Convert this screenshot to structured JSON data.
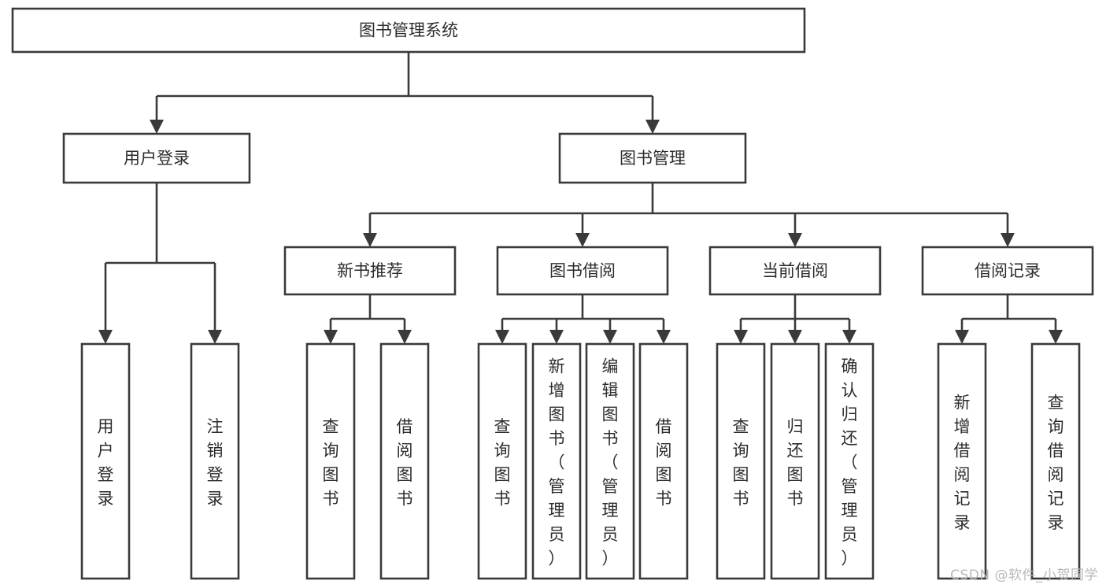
{
  "diagram": {
    "type": "tree-hierarchy",
    "title": "图书管理系统",
    "orientation": "top-down",
    "colors": {
      "stroke": "#3a3a3a",
      "fill": "#ffffff",
      "text": "#2c2c2c",
      "watermark": "#b9b9b9"
    },
    "root": {
      "label": "图书管理系统"
    },
    "level2": [
      {
        "label": "用户登录"
      },
      {
        "label": "图书管理"
      }
    ],
    "level3": [
      {
        "label": "新书推荐"
      },
      {
        "label": "图书借阅"
      },
      {
        "label": "当前借阅"
      },
      {
        "label": "借阅记录"
      }
    ],
    "leaves": {
      "user_login": [
        {
          "label": "用户登录"
        },
        {
          "label": "注销登录"
        }
      ],
      "new_book_recommend": [
        {
          "label": "查询图书"
        },
        {
          "label": "借阅图书"
        }
      ],
      "book_borrow": [
        {
          "label": "查询图书"
        },
        {
          "label": "新增图书（管理员）"
        },
        {
          "label": "编辑图书（管理员）"
        },
        {
          "label": "借阅图书"
        }
      ],
      "current_borrow": [
        {
          "label": "查询图书"
        },
        {
          "label": "归还图书"
        },
        {
          "label": "确认归还（管理员）"
        }
      ],
      "borrow_record": [
        {
          "label": "新增借阅记录"
        },
        {
          "label": "查询借阅记录"
        }
      ]
    }
  },
  "watermark": {
    "text": "CSDN @软件_小贺同学"
  }
}
